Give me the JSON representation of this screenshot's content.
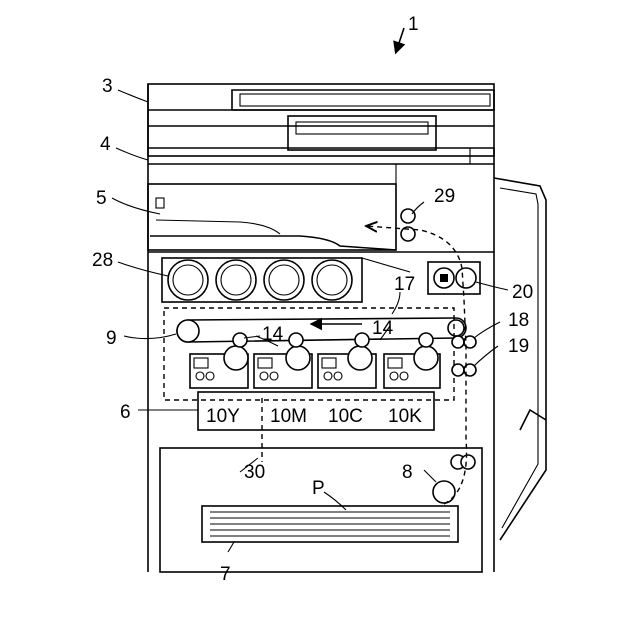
{
  "labels": {
    "machine": "1",
    "scanner": "3",
    "body_top": "4",
    "output_tray": "5",
    "image_forming_section": "6",
    "paper_cassette": "7",
    "feed_roller": "8",
    "belt_roller": "9",
    "unit_y": "10Y",
    "unit_m": "10M",
    "unit_c": "10C",
    "unit_k": "10K",
    "primary_transfer_left": "14",
    "primary_transfer_right": "14",
    "intermediate_transfer_belt": "17",
    "secondary_transfer": "18",
    "registration_rollers": "19",
    "fixing_unit": "20",
    "toner_containers": "28",
    "exit_rollers": "29",
    "paper_path": "30",
    "paper_sheet": "P"
  }
}
